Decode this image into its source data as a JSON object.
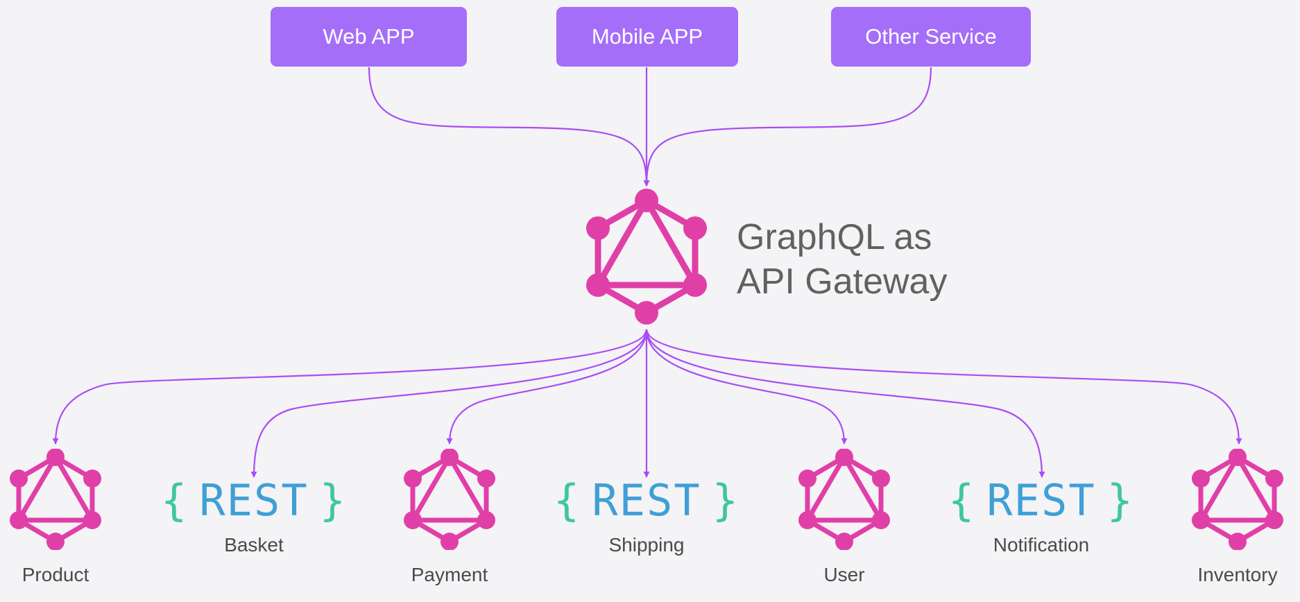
{
  "colors": {
    "background": "#f4f3f5",
    "client_box": "#a56ef8",
    "edge": "#a84cf6",
    "graphql": "#e03fa8",
    "rest_brace": "#3fc6a0",
    "rest_text": "#3f9fd6",
    "label": "#4a4a4a"
  },
  "clients": [
    {
      "id": "web-app",
      "label": "Web APP"
    },
    {
      "id": "mobile-app",
      "label": "Mobile APP"
    },
    {
      "id": "other-service",
      "label": "Other Service"
    }
  ],
  "gateway": {
    "icon": "graphql-icon",
    "title_line1": "GraphQL as",
    "title_line2": "API Gateway"
  },
  "rest_logo": {
    "open_brace": "{",
    "word": "REST",
    "close_brace": "}"
  },
  "services": [
    {
      "id": "product",
      "label": "Product",
      "kind": "graphql",
      "icon": "graphql-icon"
    },
    {
      "id": "basket",
      "label": "Basket",
      "kind": "rest",
      "icon": "rest-logo"
    },
    {
      "id": "payment",
      "label": "Payment",
      "kind": "graphql",
      "icon": "graphql-icon"
    },
    {
      "id": "shipping",
      "label": "Shipping",
      "kind": "rest",
      "icon": "rest-logo"
    },
    {
      "id": "user",
      "label": "User",
      "kind": "graphql",
      "icon": "graphql-icon"
    },
    {
      "id": "notification",
      "label": "Notification",
      "kind": "rest",
      "icon": "rest-logo"
    },
    {
      "id": "inventory",
      "label": "Inventory",
      "kind": "graphql",
      "icon": "graphql-icon"
    }
  ]
}
